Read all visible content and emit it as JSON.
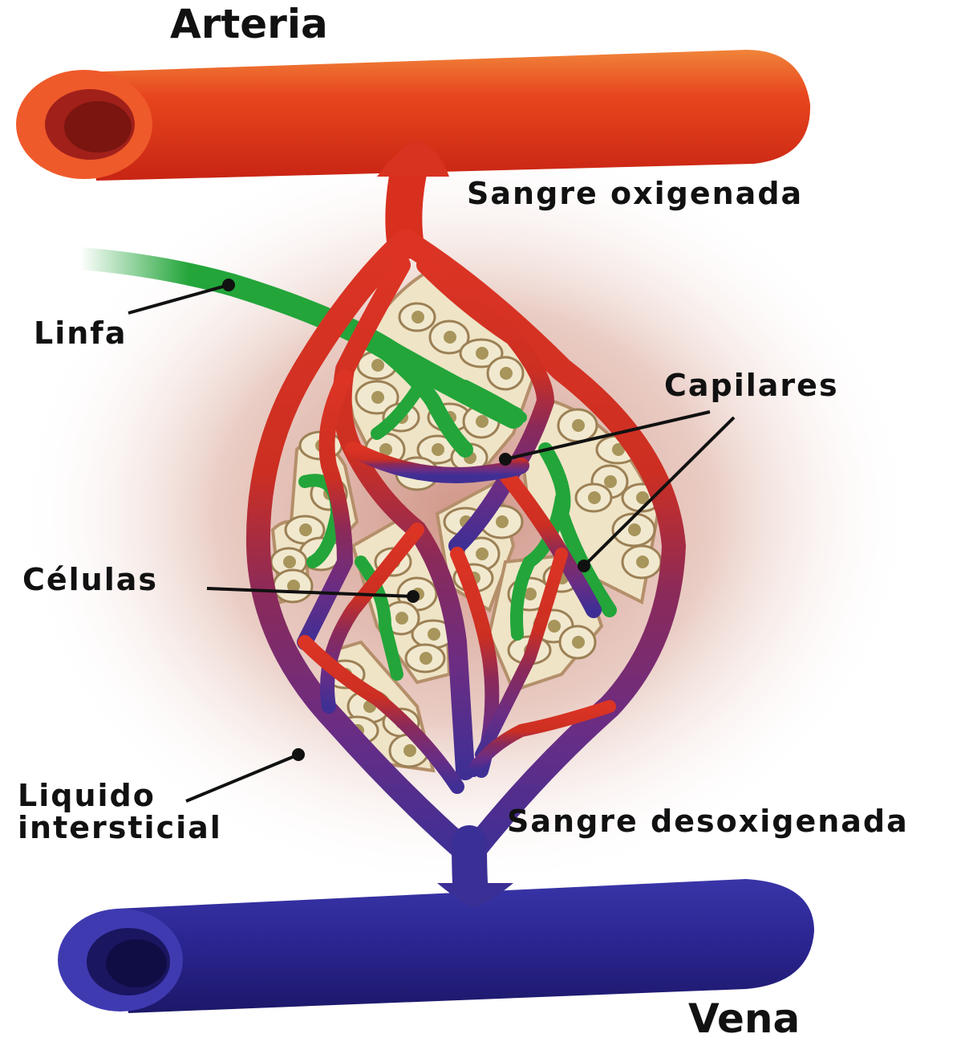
{
  "labels": {
    "arteria": "Arteria",
    "vena": "Vena",
    "sangre_oxigenada": "Sangre oxigenada",
    "sangre_desoxigenada": "Sangre desoxigenada",
    "linfa": "Linfa",
    "capilares": "Capilares",
    "celulas": "Células",
    "liquido_line1": "Liquido",
    "liquido_line2": "intersticial"
  },
  "colors": {
    "artery": "#e8341c",
    "vein": "#2c2590",
    "lymph": "#23a53a",
    "capillary_oxygenated": "#cc2f22",
    "capillary_mixed": "#8a2a5a",
    "capillary_deoxygenated": "#5b2c8e",
    "cell": "#f1e9cf",
    "nucleus": "#a8955c",
    "interstitial_fluid": "#b4543f"
  }
}
